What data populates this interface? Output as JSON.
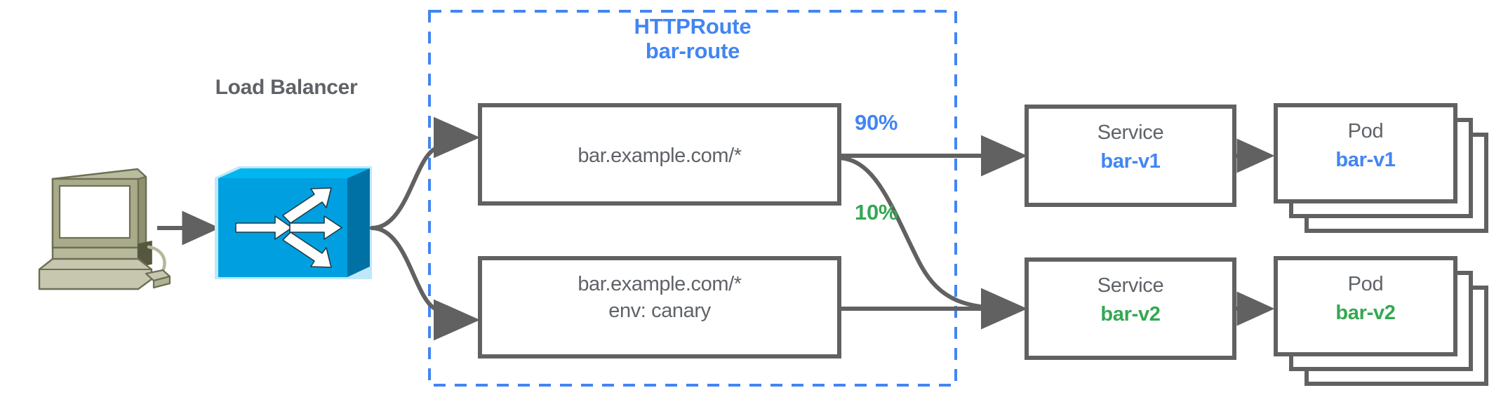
{
  "diagram": {
    "title_group": {
      "kind_label": "HTTPRoute",
      "name_label": "bar-route"
    },
    "client": {
      "icon": "workstation-icon"
    },
    "load_balancer": {
      "label": "Load Balancer",
      "icon": "load-balancer-switch-icon"
    },
    "rules": [
      {
        "id": "rule-primary",
        "line1": "bar.example.com/*",
        "line2": ""
      },
      {
        "id": "rule-canary",
        "line1": "bar.example.com/*",
        "line2": "env: canary"
      }
    ],
    "weights": [
      {
        "id": "weight-90",
        "label": "90%",
        "color": "#4285f4"
      },
      {
        "id": "weight-10",
        "label": "10%",
        "color": "#34a853"
      }
    ],
    "services": [
      {
        "id": "service-bar-v1",
        "kind": "Service",
        "name": "bar-v1",
        "color": "#4285f4"
      },
      {
        "id": "service-bar-v2",
        "kind": "Service",
        "name": "bar-v2",
        "color": "#34a853"
      }
    ],
    "pods": [
      {
        "id": "pod-bar-v1",
        "kind": "Pod",
        "name": "bar-v1",
        "color": "#4285f4",
        "replicas": 3
      },
      {
        "id": "pod-bar-v2",
        "kind": "Pod",
        "name": "bar-v2",
        "color": "#34a853",
        "replicas": 3
      }
    ],
    "colors": {
      "blue": "#4285f4",
      "green": "#34a853",
      "grey_stroke": "#616161",
      "grey_text": "#5f6368",
      "lb_blue": "#00a0e0",
      "lb_blue_dark": "#0071a4",
      "lb_blue_top": "#00b6f0",
      "workstation_body": "#a9ab8a",
      "workstation_light": "#c6c7ae",
      "background": "#ffffff"
    }
  }
}
